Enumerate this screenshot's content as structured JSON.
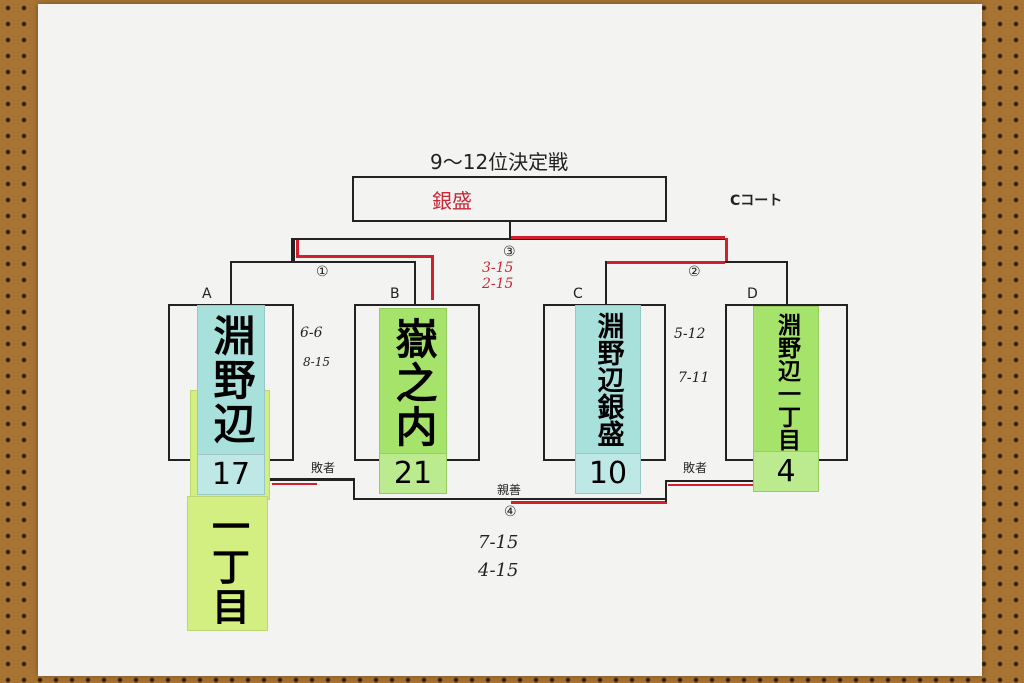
{
  "title": "9〜12位決定戦",
  "winner_box": "銀盛",
  "court": "Cコート",
  "matches": {
    "m1": "①",
    "m2": "②",
    "m3": "③",
    "m4": "④"
  },
  "slots": {
    "a": "A",
    "b": "B",
    "c": "C",
    "d": "D"
  },
  "teams": [
    {
      "name": "淵野辺",
      "continuation": "一丁目",
      "score": "17"
    },
    {
      "name": "嶽之内",
      "score": "21"
    },
    {
      "name": "淵野辺銀盛",
      "score": "10"
    },
    {
      "name": "淵野辺一丁目",
      "score": "4"
    }
  ],
  "loser_label": "敗者",
  "friendly_label": "親善",
  "set_scores": {
    "m1": [
      "6-6",
      "8-15"
    ],
    "m2": [
      "5-12",
      "7-11"
    ],
    "m3": [
      "3-15",
      "2-15"
    ],
    "m4": [
      "7-15",
      "4-15"
    ]
  },
  "colors": {
    "red_line": "#d02030",
    "cyan_card": "#a8e0dc",
    "green_card": "#a6e36a"
  }
}
